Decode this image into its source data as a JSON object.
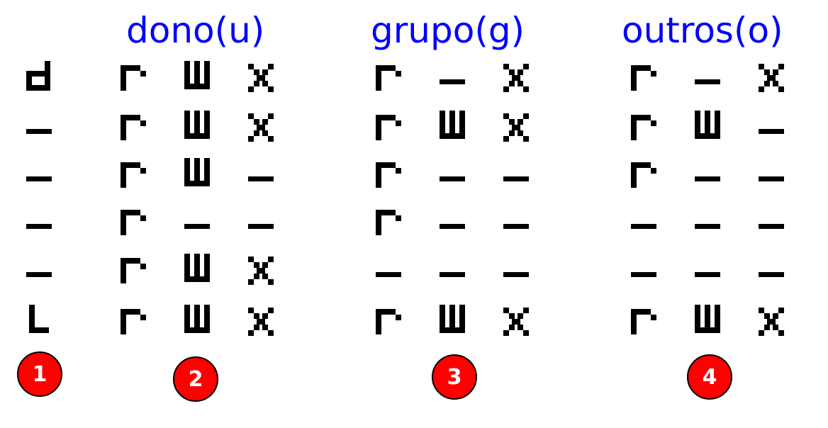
{
  "headers": [
    {
      "id": "owner",
      "label": "dono(u)"
    },
    {
      "id": "group",
      "label": "grupo(g)"
    },
    {
      "id": "others",
      "label": "outros(o)"
    }
  ],
  "rows": [
    [
      "d",
      "r",
      "w",
      "x",
      "r",
      "-",
      "x",
      "r",
      "-",
      "x"
    ],
    [
      "-",
      "r",
      "w",
      "x",
      "r",
      "w",
      "x",
      "r",
      "w",
      "-"
    ],
    [
      "-",
      "r",
      "w",
      "-",
      "r",
      "-",
      "-",
      "r",
      "-",
      "-"
    ],
    [
      "-",
      "r",
      "-",
      "-",
      "r",
      "-",
      "-",
      "-",
      "-",
      "-"
    ],
    [
      "-",
      "r",
      "w",
      "x",
      "-",
      "-",
      "-",
      "-",
      "-",
      "-"
    ],
    [
      "l",
      "r",
      "w",
      "x",
      "r",
      "w",
      "x",
      "r",
      "w",
      "x"
    ]
  ],
  "badges": [
    "1",
    "2",
    "3",
    "4"
  ],
  "colors": {
    "header": "#0000ff",
    "glyph": "#000000",
    "badge_fill": "#ff0000",
    "badge_text": "#ffffff"
  }
}
